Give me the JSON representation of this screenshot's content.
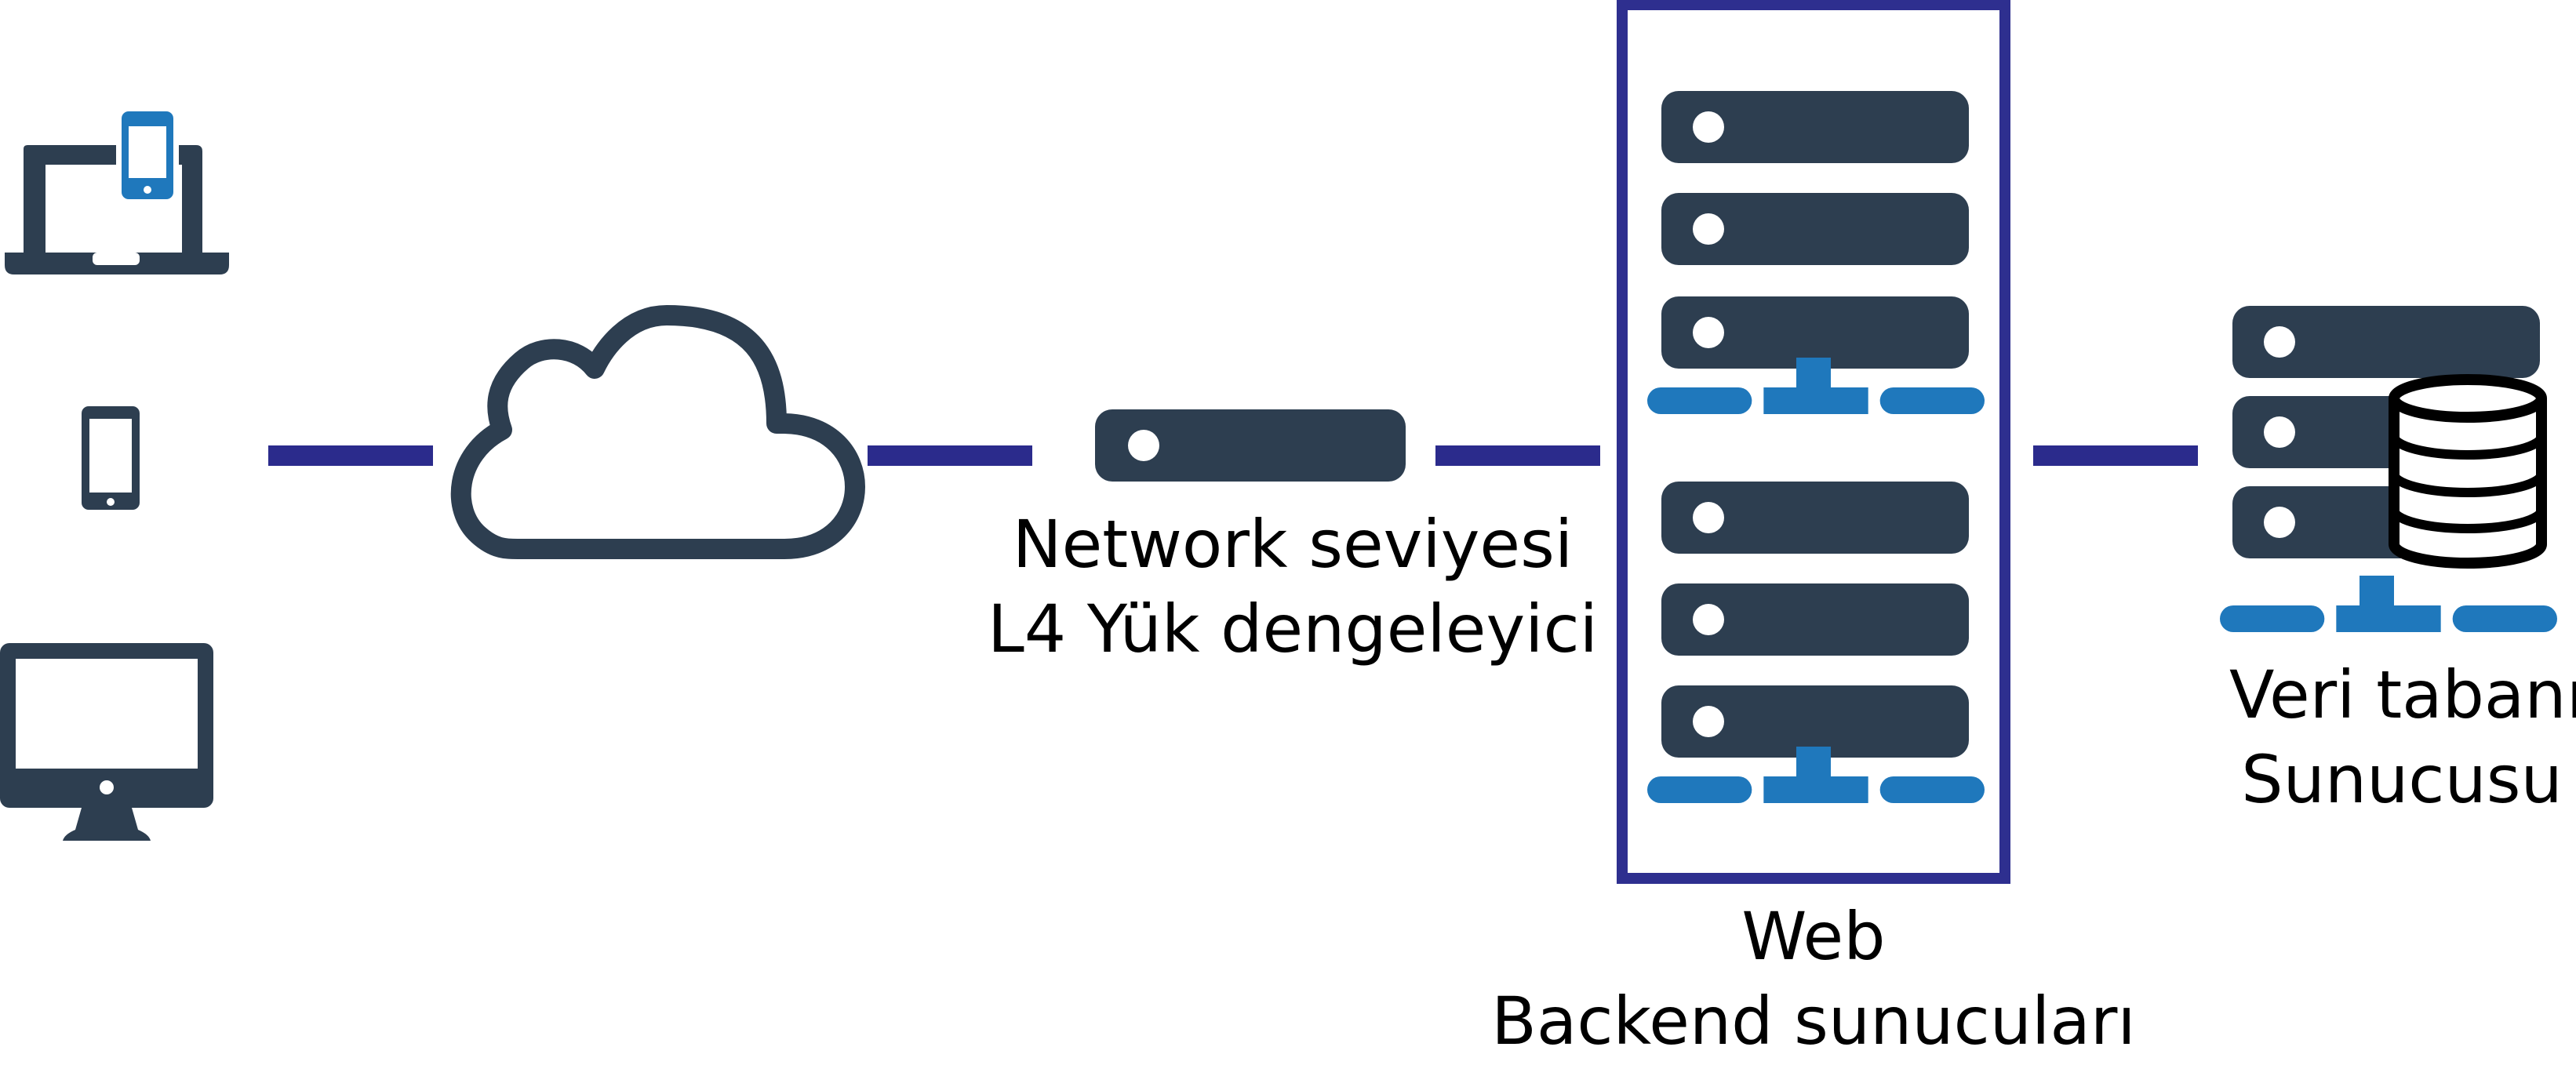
{
  "colors": {
    "dark": "#2d3e50",
    "blue": "#1f78bc",
    "line": "#2b2b8c",
    "frame": "#2e2f8f"
  },
  "icons": {
    "laptop": "laptop-icon",
    "phone": "smartphone-icon",
    "tablet": "tablet-icon",
    "monitor": "desktop-monitor-icon",
    "cloud": "cloud-icon",
    "load_balancer": "server-unit-icon",
    "web_servers": "server-rack-icon",
    "database": "database-icon"
  },
  "labels": {
    "load_balancer": [
      "Network seviyesi",
      "L4 Yük dengeleyici"
    ],
    "web_servers": [
      "Web",
      "Backend sunucuları"
    ],
    "database": [
      "Veri tabanı",
      "Sunucusu"
    ]
  }
}
